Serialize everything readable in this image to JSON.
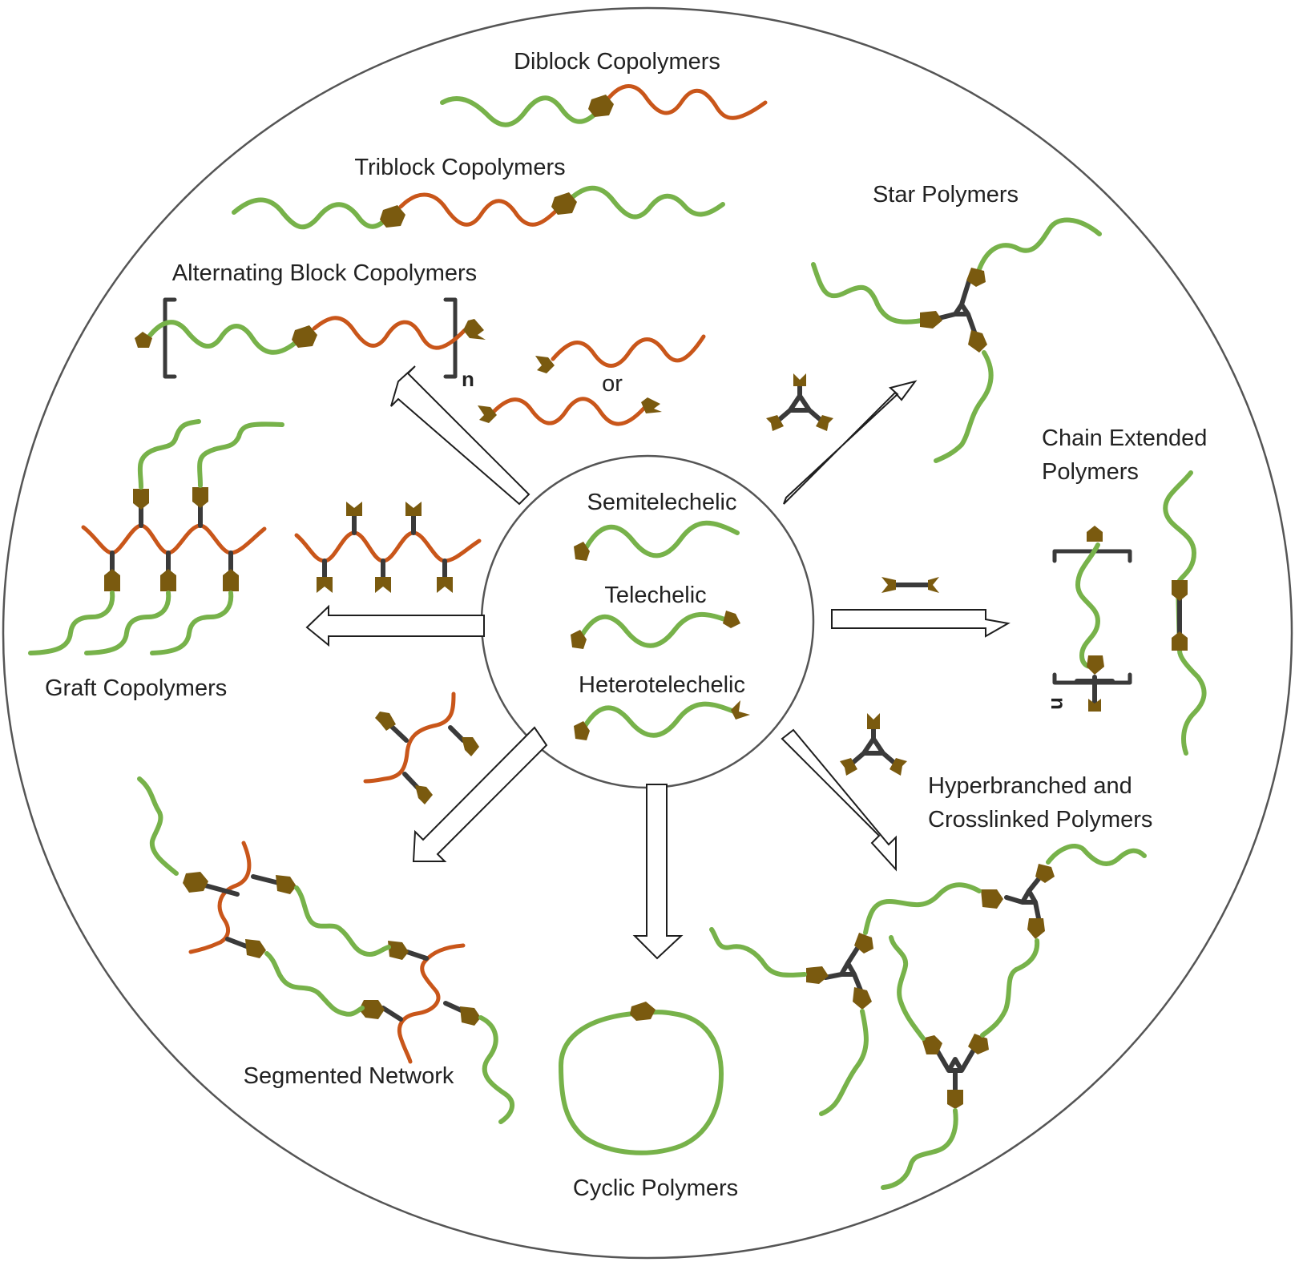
{
  "diagram": {
    "colors": {
      "green_chain": "#77b24a",
      "orange_chain": "#c9561a",
      "end_group": "#7a5a0f",
      "linker": "#3a3a3a",
      "circle_outline": "#555555"
    },
    "center": {
      "labels": [
        "Semitelechelic",
        "Telechelic",
        "Heterotelechelic"
      ]
    },
    "products": {
      "diblock": "Diblock Copolymers",
      "triblock": "Triblock Copolymers",
      "alternating": "Alternating Block Copolymers",
      "star": "Star Polymers",
      "chain_extended_line1": "Chain Extended",
      "chain_extended_line2": "Polymers",
      "graft": "Graft Copolymers",
      "hyperbranched_line1": "Hyperbranched and",
      "hyperbranched_line2": "Crosslinked Polymers",
      "segmented": "Segmented Network",
      "cyclic": "Cyclic Polymers"
    },
    "annotations": {
      "or": "or",
      "repeat_n": "n"
    }
  }
}
